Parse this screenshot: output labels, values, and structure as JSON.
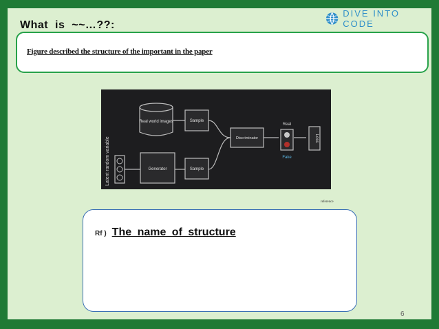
{
  "slide": {
    "title": "What  is  ~~…??:",
    "logo_text": "DIVE INTO CODE",
    "description": "Figure described the structure of the important in the paper",
    "reference_label": "reference",
    "rf_prefix": "Rf )",
    "rf_title": "The  name  of  structure",
    "page_number": "6"
  },
  "colors": {
    "frame": "#1f7a35",
    "background": "#dcefd0",
    "box_border": "#27a24a",
    "logo": "#2f8fc9"
  },
  "figure": {
    "title": "",
    "real_images_label": "Real world images",
    "generator_label": "Generator",
    "sample_label_1": "Sample",
    "sample_label_2": "Sample",
    "discriminator_label": "Discriminator",
    "loss_label": "Loss",
    "real_label": "Real",
    "fake_label": "Fake",
    "latent_label": "Latent random variable"
  }
}
